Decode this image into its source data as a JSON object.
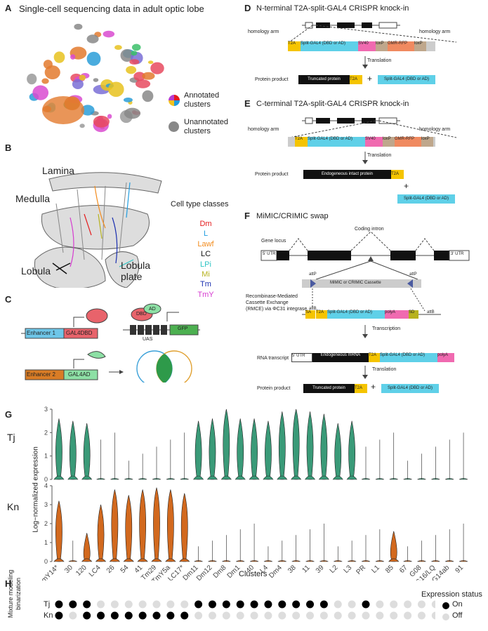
{
  "panel_a": {
    "label": "A",
    "title": "Single-cell sequencing data in adult optic lobe",
    "legend_annotated": "Annotated clusters",
    "legend_unannotated": "Unannotated clusters"
  },
  "panel_b": {
    "label": "B",
    "regions": [
      "Lamina",
      "Medulla",
      "Lobula",
      "Lobula plate"
    ],
    "legend_title": "Cell type classes",
    "classes": [
      {
        "name": "Dm",
        "color": "#e41a1c"
      },
      {
        "name": "L",
        "color": "#1f9de0"
      },
      {
        "name": "Lawf",
        "color": "#f28c1e"
      },
      {
        "name": "LC",
        "color": "#111111"
      },
      {
        "name": "LPi",
        "color": "#2ec4c4"
      },
      {
        "name": "Mi",
        "color": "#b7b21f"
      },
      {
        "name": "Tm",
        "color": "#1a2fb0"
      },
      {
        "name": "TmY",
        "color": "#d63bd0"
      }
    ]
  },
  "panel_c": {
    "label": "C",
    "enhancer1": "Enhancer 1",
    "gal4dbd": "GAL4DBD",
    "enhancer2": "Enhancer 2",
    "gal4ad": "GAL4AD",
    "dbd": "DBD",
    "ad": "AD",
    "uas": "UAS",
    "gfp": "GFP"
  },
  "panel_d": {
    "label": "D",
    "title": "N-terminal T2A-split-GAL4 CRISPR knock-in",
    "homology_arm": "homology arm",
    "cassette": [
      "T2A",
      "Split-GAL4 (DBD or AD)",
      "SV40",
      "loxP",
      "GMR-RFP",
      "loxP"
    ],
    "translation": "Translation",
    "protein_product": "Protein product",
    "truncated": "Truncated protein",
    "t2a": "T2A",
    "plus": "+",
    "split_gal4": "Split-GAL4 (DBD or AD)"
  },
  "panel_e": {
    "label": "E",
    "title": "C-terminal T2A-split-GAL4 CRISPR knock-in",
    "homology_arm": "homology arm",
    "cassette": [
      "T2A",
      "Split-GAL4 (DBD or AD)",
      "SV40",
      "loxP",
      "GMR-RFP",
      "loxP"
    ],
    "translation": "Translation",
    "protein_product": "Protein product",
    "intact": "Endogeneous intact protein",
    "t2a": "T2A",
    "plus": "+",
    "split_gal4": "Split-GAL4 (DBD or AD)"
  },
  "panel_f": {
    "label": "F",
    "title": "MiMIC/CRIMIC swap",
    "gene_locus": "Gene locus",
    "coding_intron": "Coding intron",
    "utr5": "5' UTR",
    "utr3": "3' UTR",
    "attp": "attP",
    "attb": "attB",
    "mimic_cassette": "MiMIC or CRIMIC Cassette",
    "rmce_line1": "Recombinase-Mediated",
    "rmce_line2": "Cassette Exchange",
    "rmce_line3": "(RMCE) via ΦC31 integrase",
    "swap_cassette": [
      "SA",
      "T2A",
      "Split-GAL4 (DBD or AD)",
      "polyA",
      "SD"
    ],
    "transcription": "Transcription",
    "rna_transcript": "RNA transcript",
    "endogenous_mrna": "Endogeneous mRNA",
    "t2a": "T2A",
    "split_gal4": "Split-GAL4 (DBD or AD)",
    "polya": "polyA",
    "translation": "Translation",
    "protein_product": "Protein product",
    "truncated": "Truncated protein",
    "plus": "+"
  },
  "panel_g": {
    "label": "G",
    "ylabel": "Log−normalized expression",
    "xlabel": "Clusters",
    "genes": [
      "Tj",
      "Kn"
    ]
  },
  "panel_h": {
    "label": "H",
    "ylabel": "Mixture modeling binarization",
    "legend_title": "Expression status",
    "on": "On",
    "off": "Off"
  },
  "chart_data": [
    {
      "type": "violin",
      "gene": "Tj",
      "ylim": [
        0,
        3
      ],
      "yticks": [
        0,
        1,
        2,
        3
      ],
      "color": "#3a9a78",
      "categories": [
        "TmY14*",
        "30",
        "120",
        "LC4",
        "26",
        "54",
        "41",
        "Tm29",
        "TmY5a",
        "LC17*",
        "Dm11",
        "Dm12",
        "Dm8",
        "Dm1",
        "40",
        "L4",
        "Dm4",
        "38",
        "11",
        "39",
        "L2",
        "L3",
        "PR",
        "L1",
        "85",
        "67",
        "G08",
        "G16/LQ",
        "G14ab",
        "91"
      ],
      "medians": [
        1.4,
        1.3,
        1.2,
        0,
        0,
        0,
        0,
        0,
        0,
        0,
        1.3,
        1.4,
        1.9,
        1.4,
        1.4,
        1.3,
        1.7,
        2.0,
        1.7,
        1.6,
        1.2,
        1.3,
        0,
        0,
        0,
        0,
        0,
        0,
        0,
        0
      ]
    },
    {
      "type": "violin",
      "gene": "Kn",
      "ylim": [
        0,
        4
      ],
      "yticks": [
        0,
        1,
        2,
        3,
        4
      ],
      "color": "#d2691e",
      "categories": [
        "TmY14*",
        "30",
        "120",
        "LC4",
        "26",
        "54",
        "41",
        "Tm29",
        "TmY5a",
        "LC17*",
        "Dm11",
        "Dm12",
        "Dm8",
        "Dm1",
        "40",
        "L4",
        "Dm4",
        "38",
        "11",
        "39",
        "L2",
        "L3",
        "PR",
        "L1",
        "85",
        "67",
        "G08",
        "G16/LQ",
        "G14ab",
        "91"
      ],
      "medians": [
        2.0,
        0,
        0.3,
        1.8,
        2.6,
        2.3,
        2.6,
        2.7,
        2.6,
        2.4,
        0,
        0,
        0,
        0,
        0,
        0,
        0,
        0,
        0,
        0,
        0,
        0,
        0,
        0,
        0.4,
        0,
        0,
        0,
        0,
        0
      ]
    },
    {
      "type": "binary-dot",
      "rows": [
        "Tj",
        "Kn"
      ],
      "categories": [
        "TmY14*",
        "30",
        "120",
        "LC4",
        "26",
        "54",
        "41",
        "Tm29",
        "TmY5a",
        "LC17*",
        "Dm11",
        "Dm12",
        "Dm8",
        "Dm1",
        "40",
        "L4",
        "Dm4",
        "38",
        "11",
        "39",
        "L2",
        "L3",
        "PR",
        "L1",
        "85",
        "67",
        "G08",
        "G16/LQ",
        "G14ab",
        "91"
      ],
      "values": [
        [
          1,
          1,
          1,
          0,
          0,
          0,
          0,
          0,
          0,
          0,
          1,
          1,
          1,
          1,
          1,
          1,
          1,
          1,
          1,
          1,
          0,
          0,
          1,
          0,
          0,
          0,
          0,
          0,
          0,
          0
        ],
        [
          1,
          0,
          1,
          1,
          1,
          1,
          1,
          1,
          1,
          1,
          0,
          0,
          0,
          0,
          0,
          0,
          0,
          0,
          0,
          0,
          0,
          0,
          0,
          0,
          0,
          0,
          0,
          0,
          0,
          0
        ]
      ],
      "colors": {
        "on": "#000000",
        "off": "#dddddd"
      }
    }
  ]
}
